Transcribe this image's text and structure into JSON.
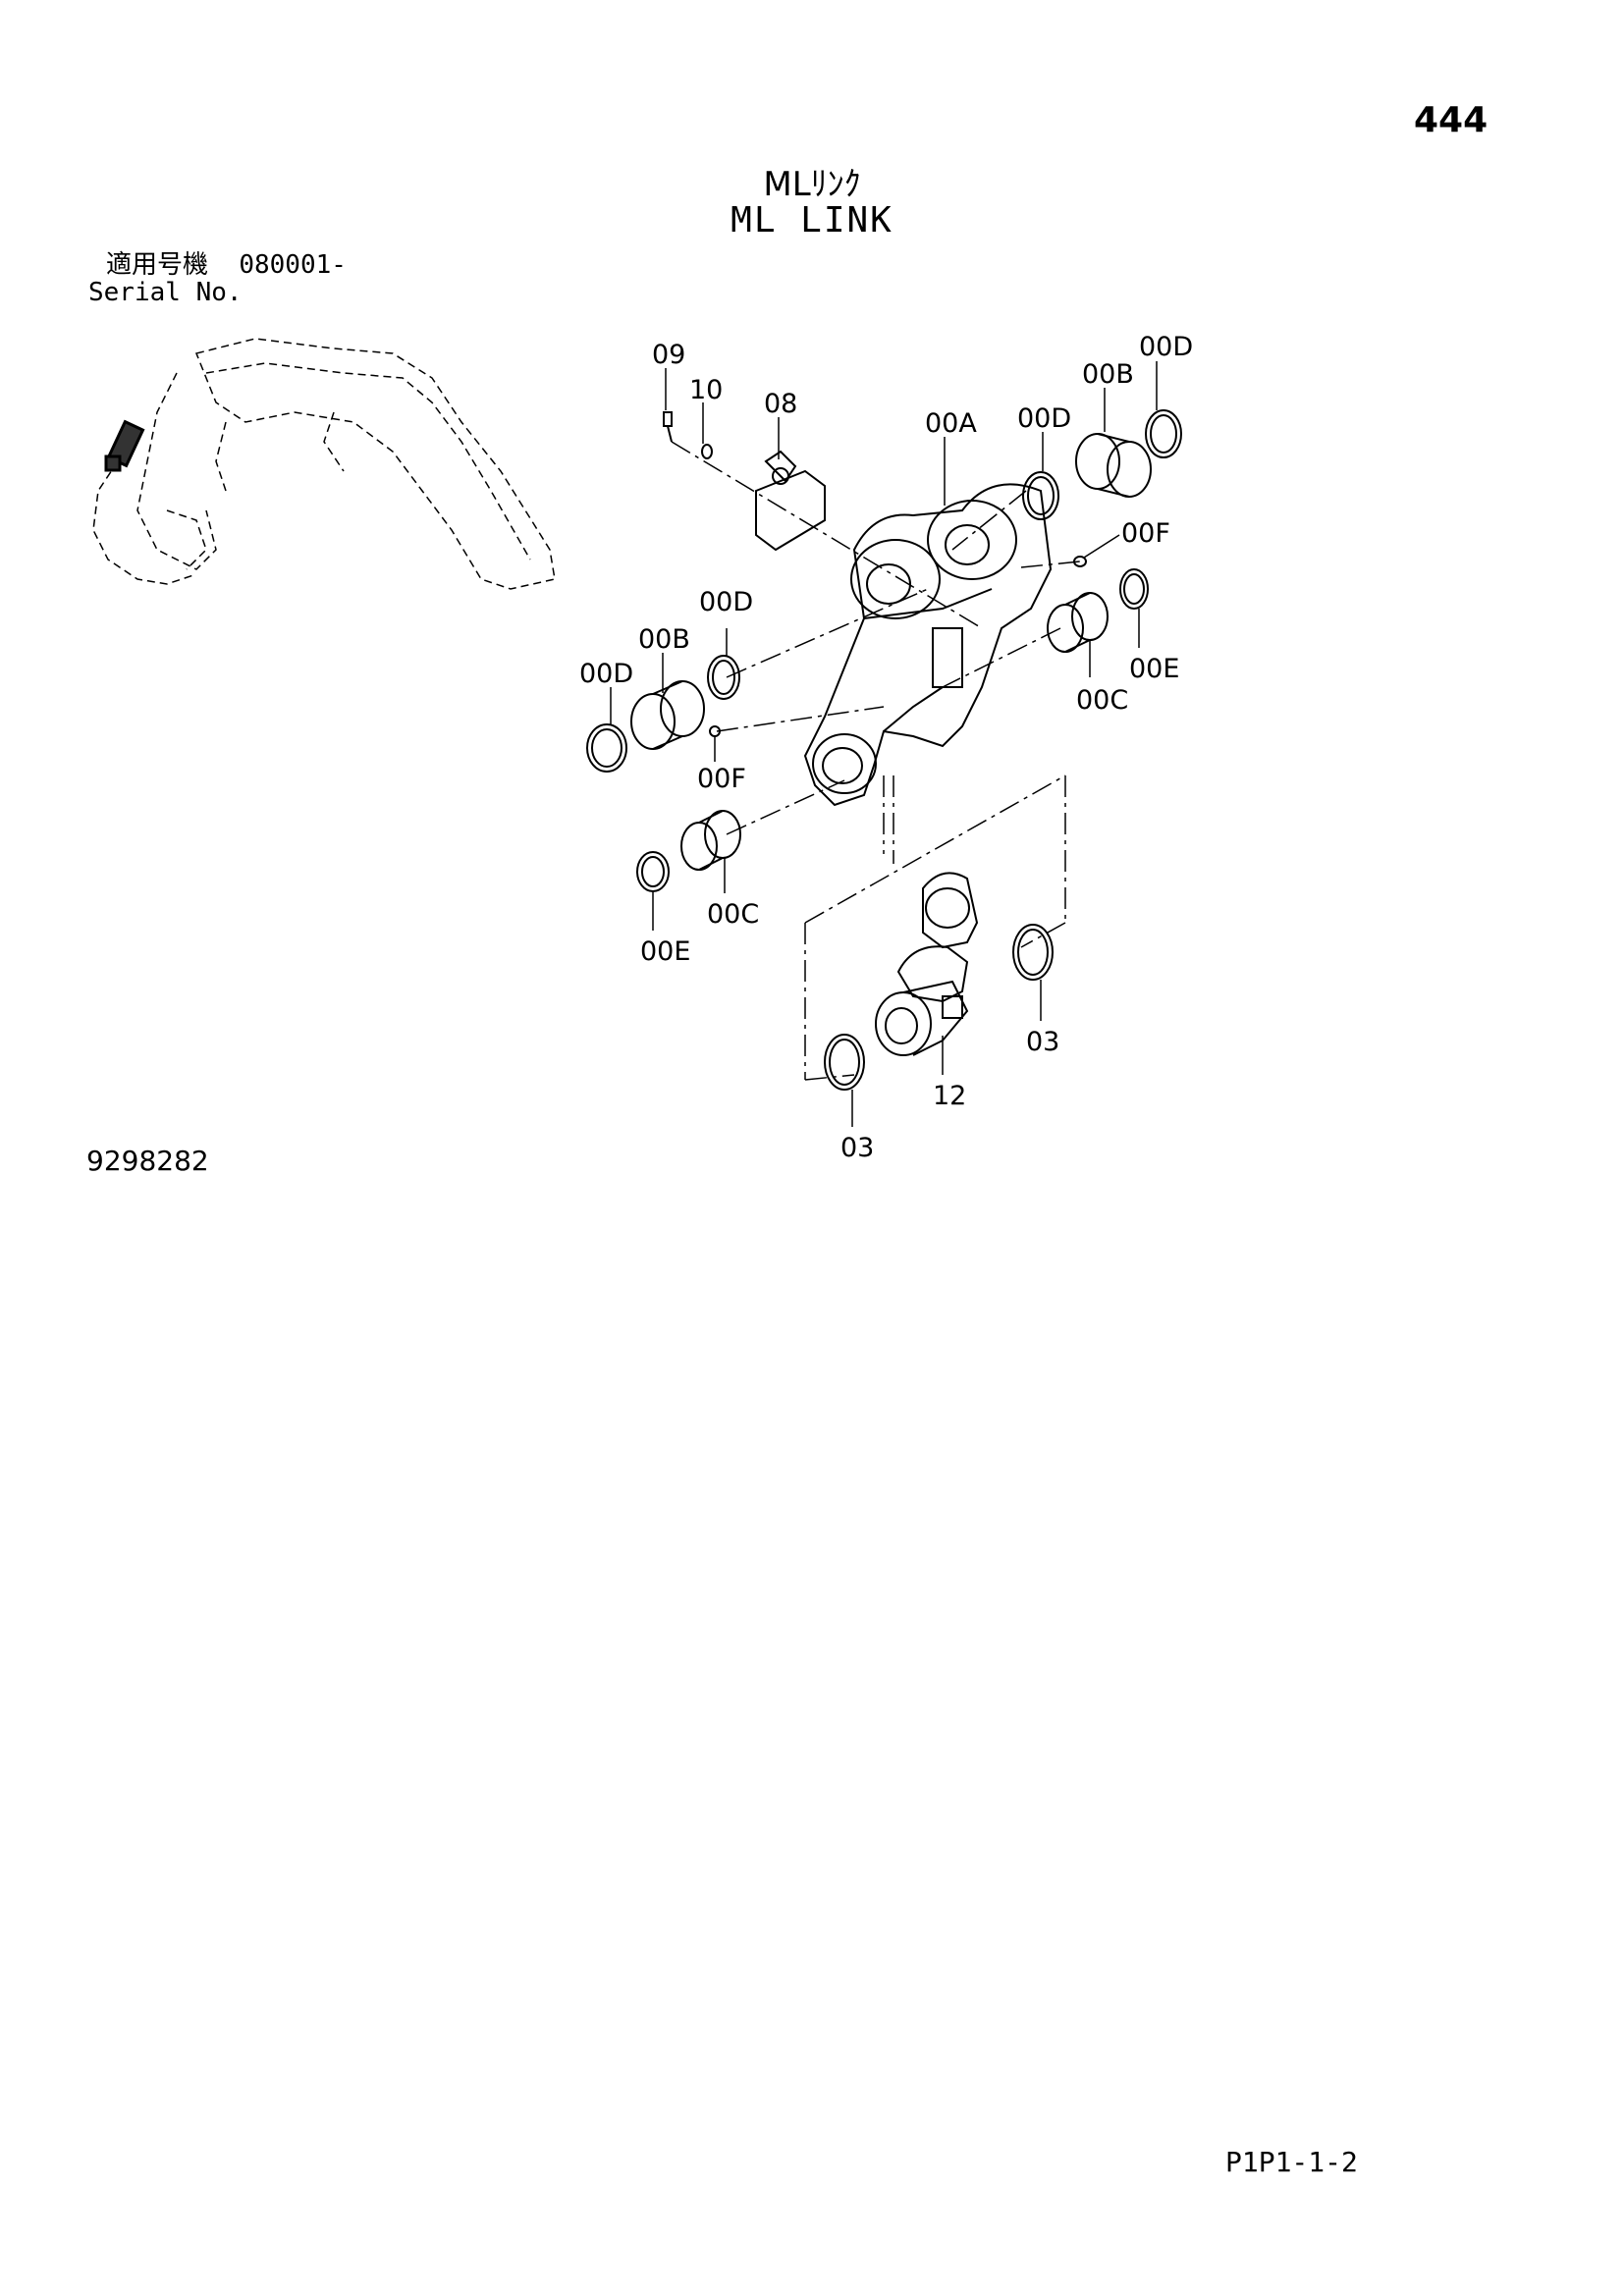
{
  "page": {
    "number": "444",
    "code": "P1P1-1-2"
  },
  "title": {
    "jp": "MLﾘﾝｸ",
    "en": "ML LINK"
  },
  "serial": {
    "label_jp": "適用号機",
    "value": "080001-",
    "label_en": "Serial No."
  },
  "drawing_id": "9298282",
  "callouts": [
    {
      "id": "c09",
      "text": "09"
    },
    {
      "id": "c10",
      "text": "10"
    },
    {
      "id": "c08",
      "text": "08"
    },
    {
      "id": "c00A",
      "text": "00A"
    },
    {
      "id": "c00D_top_a",
      "text": "00D"
    },
    {
      "id": "c00B_top",
      "text": "00B"
    },
    {
      "id": "c00D_top_b",
      "text": "00D"
    },
    {
      "id": "c00F_right",
      "text": "00F"
    },
    {
      "id": "c00D_left_a",
      "text": "00D"
    },
    {
      "id": "c00B_left",
      "text": "00B"
    },
    {
      "id": "c00D_left_b",
      "text": "00D"
    },
    {
      "id": "c00E_right",
      "text": "00E"
    },
    {
      "id": "c00C_right",
      "text": "00C"
    },
    {
      "id": "c00F_left",
      "text": "00F"
    },
    {
      "id": "c00C_left",
      "text": "00C"
    },
    {
      "id": "c00E_left",
      "text": "00E"
    },
    {
      "id": "c03_right",
      "text": "03"
    },
    {
      "id": "c12",
      "text": "12"
    },
    {
      "id": "c03_bottom",
      "text": "03"
    }
  ]
}
